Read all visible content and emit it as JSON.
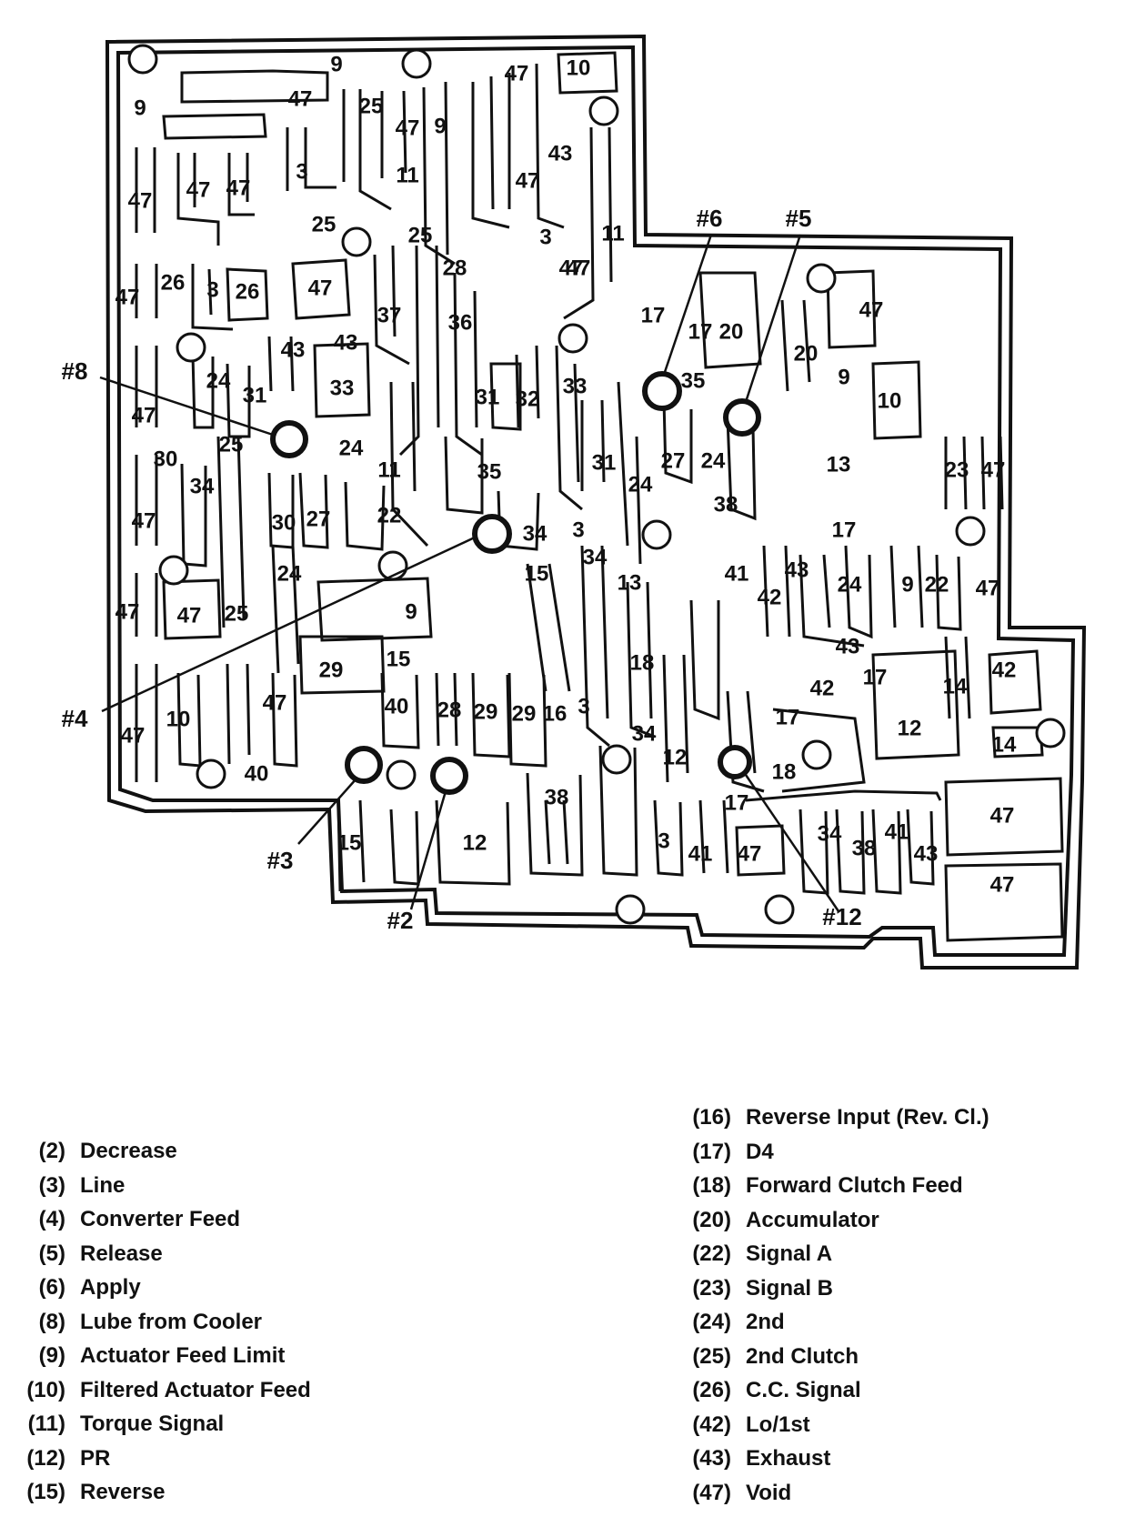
{
  "diagram": {
    "check_balls": [
      {
        "id": "#8",
        "label": "#8"
      },
      {
        "id": "#6",
        "label": "#6"
      },
      {
        "id": "#5",
        "label": "#5"
      },
      {
        "id": "#4",
        "label": "#4"
      },
      {
        "id": "#3",
        "label": "#3"
      },
      {
        "id": "#2",
        "label": "#2"
      },
      {
        "id": "#12",
        "label": "#12"
      }
    ],
    "passage_labels": [
      "9",
      "47",
      "25",
      "47",
      "9",
      "10",
      "47",
      "43",
      "47",
      "47",
      "9",
      "3",
      "47",
      "47",
      "47",
      "11",
      "25",
      "25",
      "28",
      "3",
      "47",
      "11",
      "47",
      "26",
      "3",
      "26",
      "47",
      "37",
      "36",
      "17",
      "17",
      "20",
      "47",
      "20",
      "9",
      "10",
      "24",
      "31",
      "43",
      "43",
      "33",
      "35",
      "33",
      "31",
      "32",
      "24",
      "25",
      "47",
      "30",
      "11",
      "31",
      "27",
      "24",
      "13",
      "23",
      "47",
      "34",
      "35",
      "38",
      "24",
      "17",
      "47",
      "30",
      "27",
      "22",
      "34",
      "3",
      "34",
      "15",
      "13",
      "41",
      "43",
      "24",
      "9",
      "22",
      "47",
      "47",
      "47",
      "25",
      "24",
      "9",
      "42",
      "43",
      "29",
      "15",
      "18",
      "42",
      "17",
      "42",
      "12",
      "14",
      "47",
      "10",
      "47",
      "40",
      "28",
      "29",
      "29",
      "16",
      "3",
      "34",
      "12",
      "17",
      "14",
      "40",
      "38",
      "18",
      "15",
      "12",
      "3",
      "41",
      "47",
      "17",
      "34",
      "38",
      "41",
      "43",
      "47",
      "47"
    ]
  },
  "legend_left": [
    {
      "code": "(2)",
      "name": "Decrease"
    },
    {
      "code": "(3)",
      "name": "Line"
    },
    {
      "code": "(4)",
      "name": "Converter Feed"
    },
    {
      "code": "(5)",
      "name": "Release"
    },
    {
      "code": "(6)",
      "name": "Apply"
    },
    {
      "code": "(8)",
      "name": "Lube from Cooler"
    },
    {
      "code": "(9)",
      "name": "Actuator Feed Limit"
    },
    {
      "code": "(10)",
      "name": "Filtered Actuator Feed"
    },
    {
      "code": "(11)",
      "name": "Torque Signal"
    },
    {
      "code": "(12)",
      "name": "PR"
    },
    {
      "code": "(15)",
      "name": "Reverse"
    }
  ],
  "legend_right": [
    {
      "code": "(16)",
      "name": "Reverse Input (Rev. Cl.)"
    },
    {
      "code": "(17)",
      "name": "D4"
    },
    {
      "code": "(18)",
      "name": "Forward Clutch Feed"
    },
    {
      "code": "(20)",
      "name": "Accumulator"
    },
    {
      "code": "(22)",
      "name": "Signal A"
    },
    {
      "code": "(23)",
      "name": "Signal B"
    },
    {
      "code": "(24)",
      "name": "2nd"
    },
    {
      "code": "(25)",
      "name": "2nd Clutch"
    },
    {
      "code": "(26)",
      "name": "C.C. Signal"
    },
    {
      "code": "(42)",
      "name": "Lo/1st"
    },
    {
      "code": "(43)",
      "name": "Exhaust"
    },
    {
      "code": "(47)",
      "name": "Void"
    }
  ]
}
